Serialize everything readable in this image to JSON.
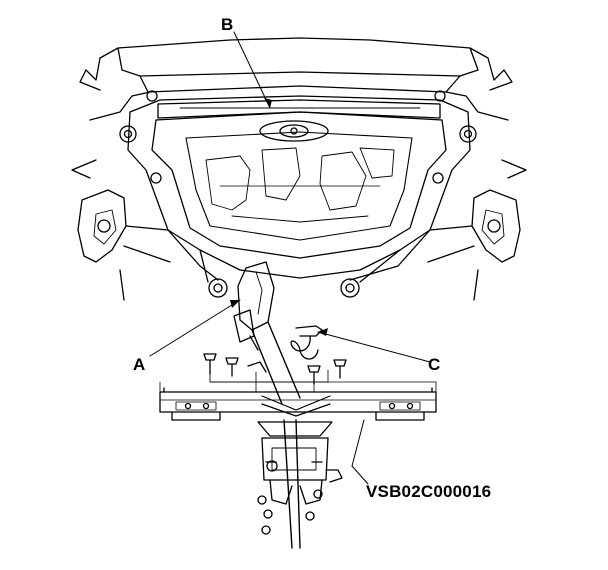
{
  "figure": {
    "labels": {
      "a": "A",
      "b": "B",
      "c": "C"
    },
    "code": "VSB02C000016"
  }
}
